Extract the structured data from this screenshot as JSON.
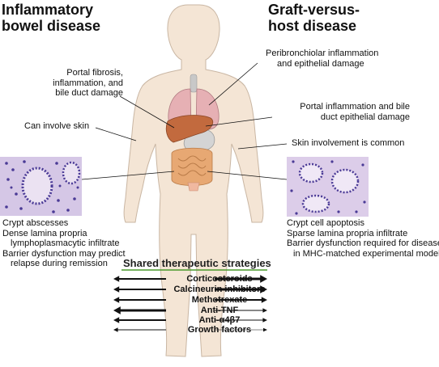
{
  "headings": {
    "left": [
      "Inflammatory",
      "bowel disease"
    ],
    "right": [
      "Graft-versus-",
      "host disease"
    ]
  },
  "left_callouts": {
    "portal": [
      "Portal fibrosis,",
      "inflammation, and",
      "bile duct damage"
    ],
    "skin": "Can involve skin"
  },
  "right_callouts": {
    "lung": [
      "Peribronchiolar inflammation",
      "and epithelial damage"
    ],
    "portal": [
      "Portal inflammation and bile",
      "duct epithelial damage"
    ],
    "skin": "Skin involvement is common"
  },
  "left_findings": [
    "Crypt abscesses",
    "Dense lamina propria",
    "lymphoplasmacytic infiltrate",
    "Barrier dysfunction may predict",
    "relapse during remission"
  ],
  "right_findings": [
    "Crypt cell apoptosis",
    "Sparse lamina propria infiltrate",
    "Barrier dysfunction required for disease",
    "in MHC-matched experimental model"
  ],
  "therapy": {
    "title": "Shared therapeutic strategies",
    "drugs": [
      "Corticosteroids",
      "Calcineurin inhibitors",
      "Methotrexate",
      "Anti-TNF",
      "Anti-α4β7",
      "Growth factors"
    ],
    "left_arrow_weights": [
      2,
      2,
      2,
      3,
      2,
      1
    ],
    "right_arrow_weights": [
      3,
      3,
      2,
      1,
      1,
      0.6
    ]
  },
  "colors": {
    "body_fill": "#f4e5d5",
    "body_outline": "#c9b6a3",
    "lung": "#e6b0b4",
    "liver": "#c26a3e",
    "stomach": "#d4d4d4",
    "intestine": "#e7a873",
    "histology_base": "#d5c7e6",
    "histology_nuclei": "#4a3a96",
    "underline": "#4a9a2c",
    "arrow": "#111111"
  }
}
